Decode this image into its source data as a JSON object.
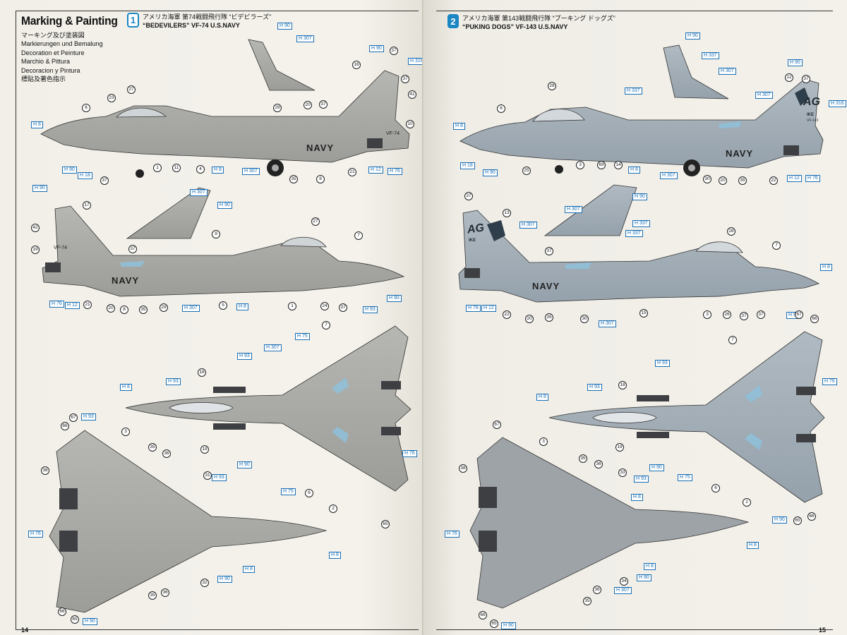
{
  "left_page": {
    "title": "Marking & Painting",
    "languages": [
      "マーキング及び塗装図",
      "Markierungen und Bemalung",
      "Decoration et Peinture",
      "Marchio & Pittura",
      "Decoracion y Pintura",
      "標貼及著色指示"
    ],
    "page_number": "14",
    "scheme": {
      "number": "1",
      "jp": "アメリカ海軍 第74戦闘飛行隊 “ビデビラーズ”",
      "en_name": "“BEDEVILERS”",
      "en_unit": "VF-74 U.S.NAVY"
    },
    "markings": {
      "navy": "NAVY",
      "tail_code": "VF-74"
    }
  },
  "right_page": {
    "page_number": "15",
    "scheme": {
      "number": "2",
      "jp": "アメリカ海軍 第143戦闘飛行隊 “プーキング ドッグズ”",
      "en_name": "“PUKING DOGS”",
      "en_unit": "VF-143 U.S.NAVY"
    },
    "markings": {
      "navy": "NAVY",
      "tail_letters": "AG",
      "ship": "IKE",
      "tail_code": "VF-143"
    }
  },
  "colors": {
    "vf74_gray": "#a9aaa6",
    "vf143_gray": "#a3adb5",
    "callout_blue": "#1a6fb5",
    "badge_blue": "#1a86c4"
  },
  "callouts_left": [
    {
      "text": "H 90"
    },
    {
      "text": "H 307"
    },
    {
      "text": "H 90"
    },
    {
      "text": "H 316"
    },
    {
      "text": "H 8"
    },
    {
      "text": "H 90"
    },
    {
      "text": "H 18"
    },
    {
      "text": "H 8"
    },
    {
      "text": "H 307"
    },
    {
      "text": "H 12"
    },
    {
      "text": "H 76"
    },
    {
      "text": "H 90"
    },
    {
      "text": "H 307"
    },
    {
      "text": "H 90"
    },
    {
      "text": "H 76"
    },
    {
      "text": "H 12"
    },
    {
      "text": "H 307"
    },
    {
      "text": "H 8"
    },
    {
      "text": "H 90"
    },
    {
      "text": "H 93"
    },
    {
      "text": "H 75"
    },
    {
      "text": "H 93"
    },
    {
      "text": "H 307"
    },
    {
      "text": "H 8"
    },
    {
      "text": "H 93"
    },
    {
      "text": "H 93"
    },
    {
      "text": "H 90"
    },
    {
      "text": "H 75"
    },
    {
      "text": "H 76"
    },
    {
      "text": "H 93"
    },
    {
      "text": "H 76"
    },
    {
      "text": "H 8"
    },
    {
      "text": "H 8"
    },
    {
      "text": "H 90"
    },
    {
      "text": "H 90"
    }
  ],
  "callouts_right": [
    {
      "text": "H 90"
    },
    {
      "text": "H 337"
    },
    {
      "text": "H 307"
    },
    {
      "text": "H 90"
    },
    {
      "text": "H 337"
    },
    {
      "text": "H 307"
    },
    {
      "text": "H 316"
    },
    {
      "text": "H 8"
    },
    {
      "text": "H 18"
    },
    {
      "text": "H 90"
    },
    {
      "text": "H 8"
    },
    {
      "text": "H 307"
    },
    {
      "text": "H 12"
    },
    {
      "text": "H 76"
    },
    {
      "text": "H 307"
    },
    {
      "text": "H 307"
    },
    {
      "text": "H 90"
    },
    {
      "text": "H 337"
    },
    {
      "text": "H 337"
    },
    {
      "text": "H 8"
    },
    {
      "text": "H 76"
    },
    {
      "text": "H 12"
    },
    {
      "text": "H 307"
    },
    {
      "text": "H 93"
    },
    {
      "text": "H 93"
    },
    {
      "text": "H 93"
    },
    {
      "text": "H 8"
    },
    {
      "text": "H 76"
    },
    {
      "text": "H 90"
    },
    {
      "text": "H 75"
    },
    {
      "text": "H 93"
    },
    {
      "text": "H 8"
    },
    {
      "text": "H 76"
    },
    {
      "text": "H 8"
    },
    {
      "text": "H 90"
    },
    {
      "text": "H 307"
    },
    {
      "text": "H 90"
    },
    {
      "text": "H 90"
    },
    {
      "text": "H 8"
    }
  ],
  "decal_numbers_left": [
    "23",
    "27",
    "6",
    "16",
    "37",
    "37",
    "41",
    "10",
    "29",
    "20",
    "37",
    "1",
    "11",
    "4",
    "35",
    "8",
    "21",
    "37",
    "42",
    "17",
    "27",
    "7",
    "19",
    "37",
    "9",
    "21",
    "20",
    "8",
    "35",
    "29",
    "5",
    "1",
    "24",
    "37",
    "18",
    "19",
    "7",
    "3",
    "35",
    "36",
    "38",
    "31",
    "6",
    "2",
    "65",
    "66",
    "67",
    "36",
    "32",
    "35",
    "65",
    "66"
  ],
  "decal_numbers_right": [
    "28",
    "12",
    "37",
    "6",
    "25",
    "3",
    "69",
    "14",
    "30",
    "20",
    "35",
    "22",
    "37",
    "13",
    "37",
    "28",
    "7",
    "22",
    "20",
    "35",
    "30",
    "15",
    "3",
    "26",
    "37",
    "37",
    "67",
    "66",
    "18",
    "19",
    "7",
    "3",
    "35",
    "36",
    "33",
    "38",
    "6",
    "2",
    "65",
    "66",
    "67",
    "34",
    "36",
    "35",
    "65",
    "66"
  ]
}
